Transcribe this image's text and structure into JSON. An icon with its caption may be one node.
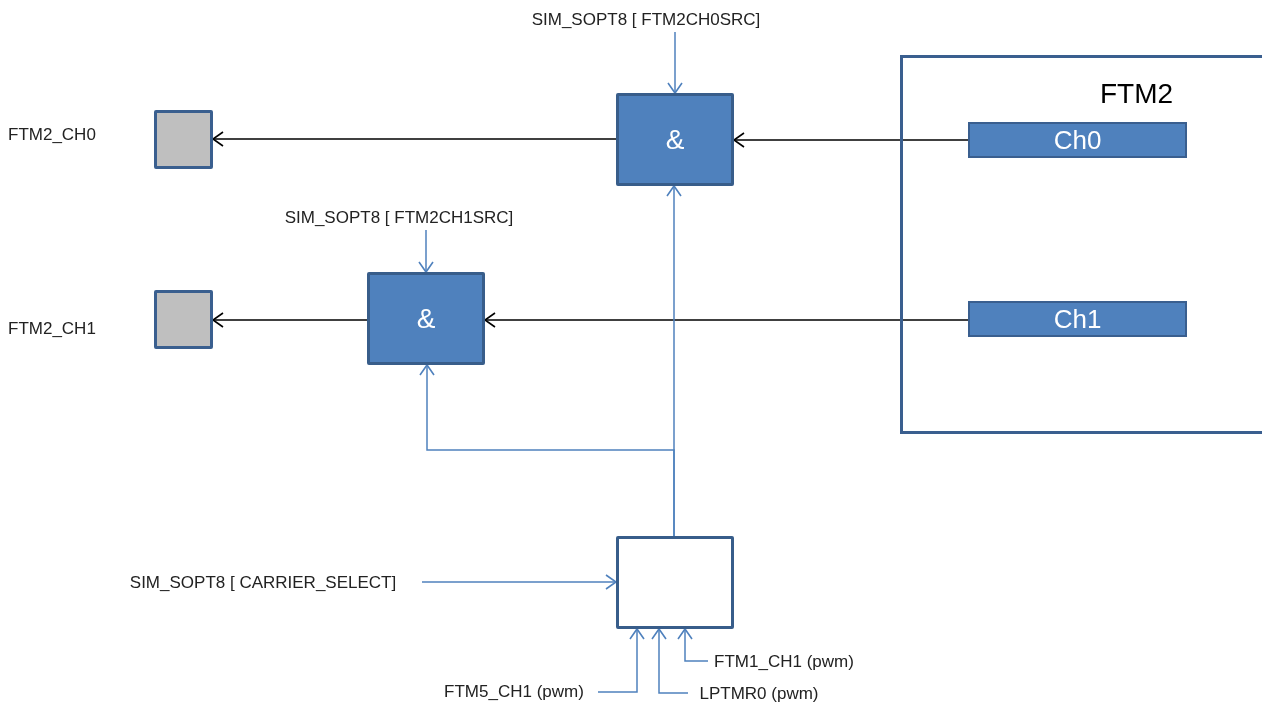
{
  "diagram": {
    "nodes": [
      {
        "text": [
          "FTM2"
        ]
      },
      {
        "text": [
          "Ch0"
        ],
        "in": 0
      },
      {
        "text": [
          "Ch1"
        ],
        "in": 0
      },
      {
        "text": [
          "&"
        ]
      },
      {
        "text": [
          "&"
        ]
      },
      {
        "text": [],
        "shape": "box",
        "beside": [
          "FTM2_CH0"
        ]
      },
      {
        "text": [],
        "shape": "box",
        "beside": [
          "FTM2_CH1"
        ]
      },
      {
        "text": [],
        "shape": "box"
      },
      {
        "text": [
          "SIM_SOPT8 [ FTM2CH0SRC]"
        ]
      },
      {
        "text": [
          "SIM_SOPT8 [ FTM2CH1SRC]"
        ]
      },
      {
        "text": [
          "SIM_SOPT8 [ CARRIER_SELECT]"
        ]
      },
      {
        "text": [
          "FTM5_CH1 (pwm)"
        ]
      },
      {
        "text": [
          "LPTMR0 (pwm)"
        ]
      },
      {
        "text": [
          "FTM1_CH1 (pwm)"
        ]
      }
    ],
    "edges": [
      {
        "from": 1,
        "to": 3,
        "arrow": "to",
        "color": "#000000"
      },
      {
        "from": 3,
        "to": 5,
        "arrow": "to",
        "color": "#000000"
      },
      {
        "from": 2,
        "to": 4,
        "arrow": "to",
        "color": "#000000"
      },
      {
        "from": 4,
        "to": 6,
        "arrow": "to",
        "color": "#000000"
      },
      {
        "from": 8,
        "to": 3,
        "arrow": "to"
      },
      {
        "from": 9,
        "to": 4,
        "arrow": "to"
      },
      {
        "from": 7,
        "to": 3,
        "arrow": "to"
      },
      {
        "from": 7,
        "to": 4,
        "arrow": "to"
      },
      {
        "from": 10,
        "to": 7,
        "arrow": "to"
      },
      {
        "from": 11,
        "to": 7,
        "arrow": "to"
      },
      {
        "from": 12,
        "to": 7,
        "arrow": "to"
      },
      {
        "from": 13,
        "to": 7,
        "arrow": "to"
      }
    ]
  }
}
